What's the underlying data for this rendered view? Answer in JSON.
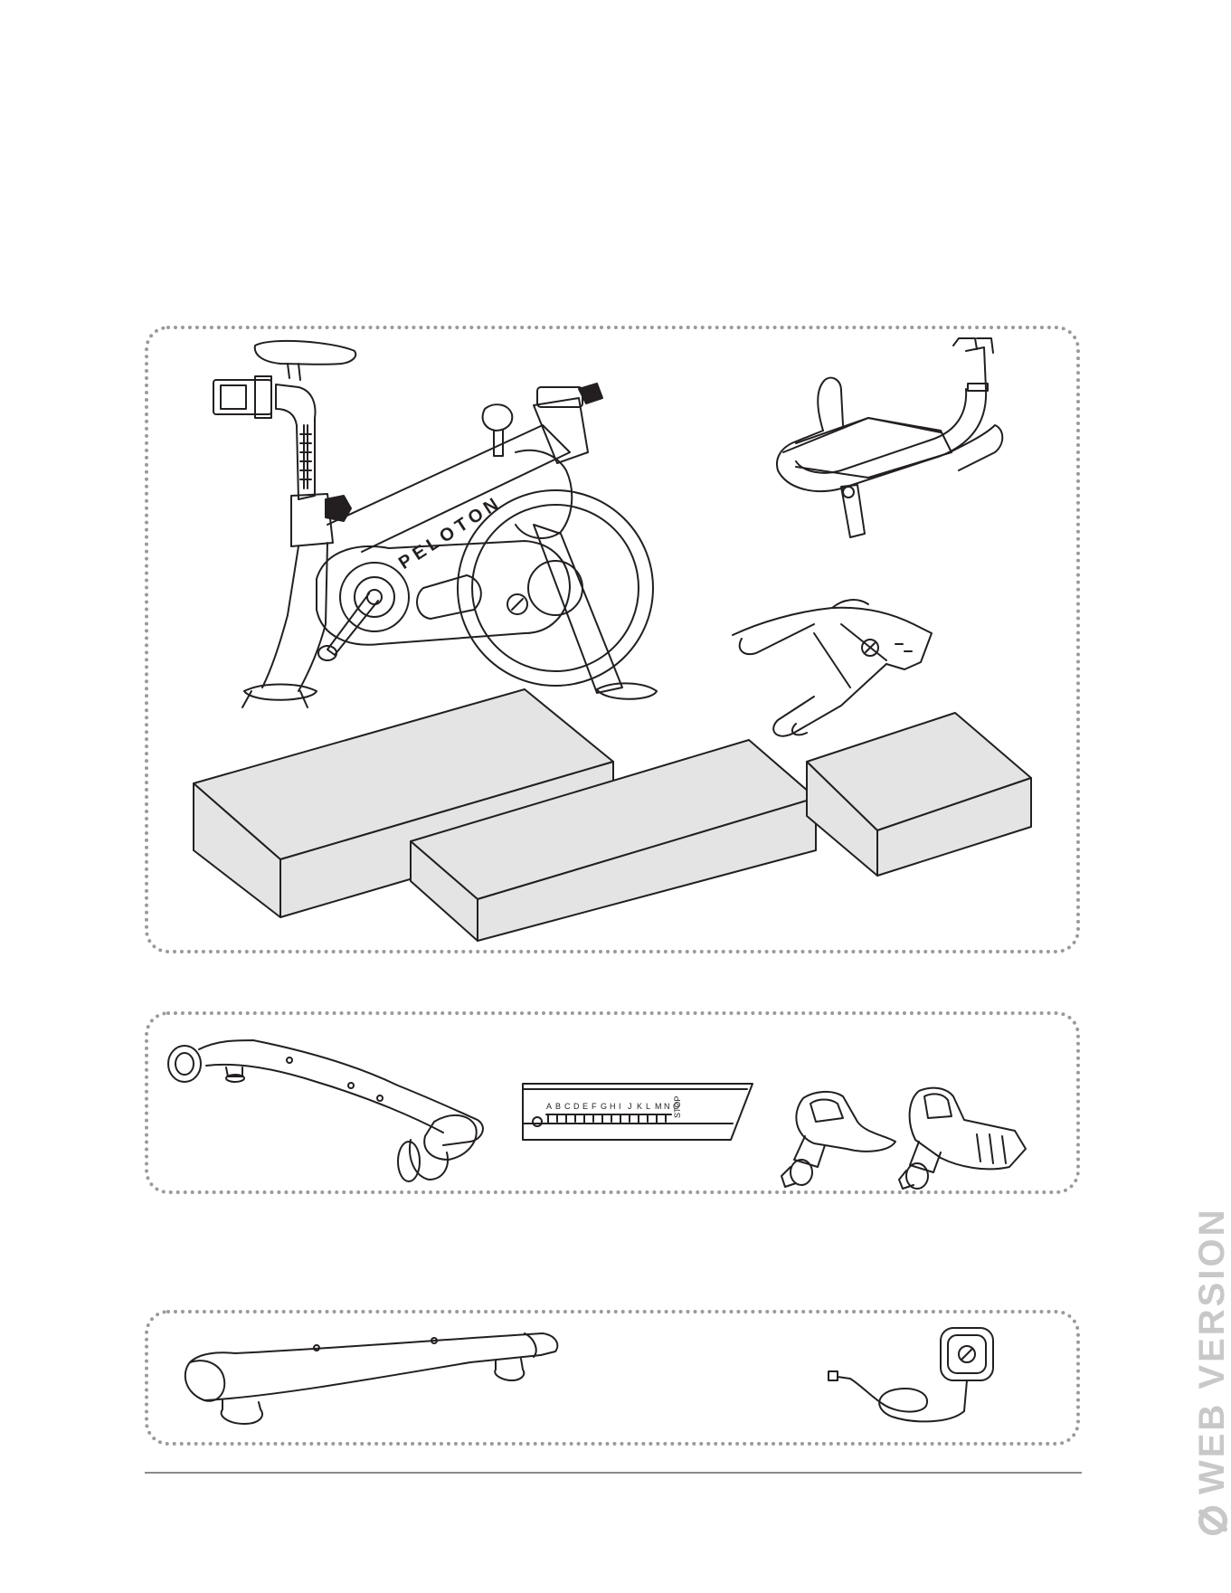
{
  "frame_label": "PELOTON",
  "ruler_letters": [
    "A",
    "B",
    "C",
    "D",
    "E",
    "F",
    "G",
    "H",
    "I",
    "J",
    "K",
    "L",
    "M",
    "N",
    "O"
  ],
  "ruler_end_label": "STOP",
  "watermark_text": "WEB VERSION",
  "page_number": "",
  "colors": {
    "panel_border": "#9a9a9a",
    "line_art": "#231f20",
    "box_fill": "#e4e4e4",
    "watermark": "#c8c8c8"
  },
  "icons": [
    "peloton-logo-icon"
  ]
}
